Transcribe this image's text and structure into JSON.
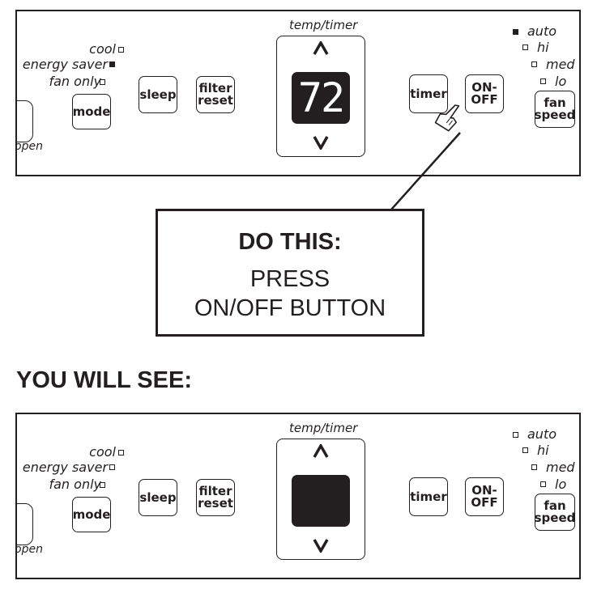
{
  "top_panel": {
    "mode_labels": [
      {
        "label": "cool",
        "selected": false
      },
      {
        "label": "energy saver",
        "selected": true
      },
      {
        "label": "fan only",
        "selected": false
      }
    ],
    "fan_labels": [
      {
        "label": "auto",
        "selected": true
      },
      {
        "label": "hi",
        "selected": false
      },
      {
        "label": "med",
        "selected": false
      },
      {
        "label": "lo",
        "selected": false
      }
    ],
    "temp_timer_label": "temp/timer",
    "display_value": "72",
    "open_label": "open",
    "buttons": {
      "mode": "mode",
      "sleep": "sleep",
      "filter_line1": "filter",
      "filter_line2": "reset",
      "timer": "timer",
      "onoff_line1": "ON-",
      "onoff_line2": "OFF",
      "fan_line1": "fan",
      "fan_line2": "speed"
    }
  },
  "callout": {
    "title": "DO THIS:",
    "line1": "PRESS",
    "line2": "ON/OFF BUTTON"
  },
  "result_heading": "YOU WILL SEE:",
  "bottom_panel": {
    "mode_labels": [
      {
        "label": "cool",
        "selected": false
      },
      {
        "label": "energy saver",
        "selected": false
      },
      {
        "label": "fan only",
        "selected": false
      }
    ],
    "fan_labels": [
      {
        "label": "auto",
        "selected": false
      },
      {
        "label": "hi",
        "selected": false
      },
      {
        "label": "med",
        "selected": false
      },
      {
        "label": "lo",
        "selected": false
      }
    ],
    "temp_timer_label": "temp/timer",
    "display_value": "",
    "open_label": "open",
    "buttons": {
      "mode": "mode",
      "sleep": "sleep",
      "filter_line1": "filter",
      "filter_line2": "reset",
      "timer": "timer",
      "onoff_line1": "ON-",
      "onoff_line2": "OFF",
      "fan_line1": "fan",
      "fan_line2": "speed"
    }
  },
  "colors": {
    "ink": "#231f20",
    "background": "#ffffff"
  },
  "icons": [
    "pointing-hand-icon",
    "up-arrow-icon",
    "down-arrow-icon"
  ]
}
